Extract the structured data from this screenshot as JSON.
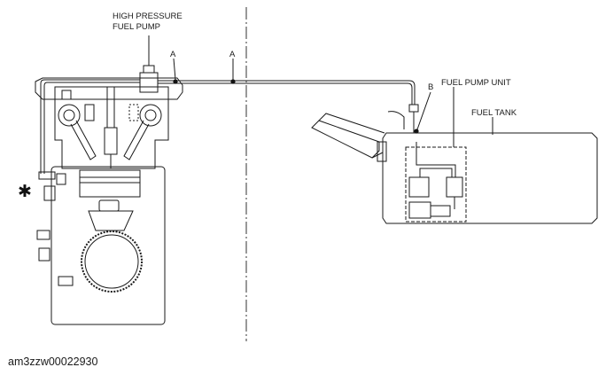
{
  "labels": {
    "hp_pump_line1": "HIGH PRESSURE",
    "hp_pump_line2": "FUEL PUMP",
    "point_a": "A",
    "point_b": "B",
    "fuel_pump_unit": "FUEL PUMP UNIT",
    "fuel_tank": "FUEL TANK",
    "asterisk": "✱"
  },
  "caption": "am3zzw00022930",
  "colors": {
    "line": "#1a1a1a",
    "background": "#ffffff"
  }
}
